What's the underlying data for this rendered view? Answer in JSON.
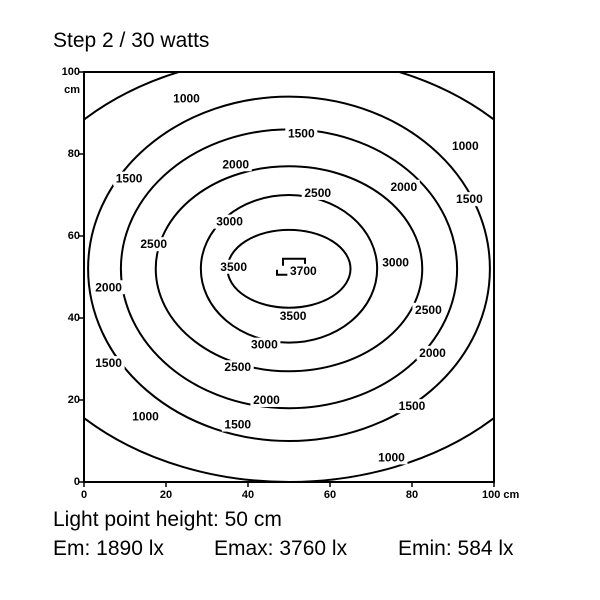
{
  "title": "Step 2 / 30 watts",
  "info": {
    "height_line": "Light point height: 50 cm",
    "em": "Em: 1890 lx",
    "emax": "Emax: 3760 lx",
    "emin": "Emin: 584 lx"
  },
  "chart_data": {
    "type": "contour",
    "units": {
      "x": "cm",
      "y": "cm",
      "value": "lx"
    },
    "xlim": [
      0,
      100
    ],
    "ylim": [
      0,
      100
    ],
    "x_ticks": [
      0,
      20,
      40,
      60,
      80,
      100
    ],
    "y_ticks": [
      0,
      20,
      40,
      60,
      80,
      100
    ],
    "x_tick_labels": [
      "0",
      "20",
      "40",
      "60",
      "80",
      "100 cm"
    ],
    "y_tick_labels": [
      "0",
      "20",
      "40",
      "60",
      "80",
      "100"
    ],
    "y_unit_label": "cm",
    "center": [
      50,
      52
    ],
    "levels": [
      {
        "value": 1000,
        "label": "1000",
        "rx": 70,
        "ry": 52,
        "labels_at": [
          [
            25,
            93.5
          ],
          [
            93,
            82
          ],
          [
            15,
            16
          ],
          [
            75,
            6
          ]
        ]
      },
      {
        "value": 1500,
        "label": "1500",
        "rx": 49,
        "ry": 42,
        "labels_at": [
          [
            53,
            85
          ],
          [
            11,
            74
          ],
          [
            94,
            69
          ],
          [
            6,
            29
          ],
          [
            80,
            18.5
          ],
          [
            37.5,
            14
          ]
        ]
      },
      {
        "value": 2000,
        "label": "2000",
        "rx": 41,
        "ry": 34,
        "labels_at": [
          [
            37,
            77.5
          ],
          [
            78,
            72
          ],
          [
            6,
            47.5
          ],
          [
            85,
            31.5
          ],
          [
            44.5,
            20
          ]
        ]
      },
      {
        "value": 2500,
        "label": "2500",
        "rx": 32.5,
        "ry": 25,
        "labels_at": [
          [
            57,
            70.5
          ],
          [
            17,
            58
          ],
          [
            84,
            42
          ],
          [
            37.5,
            28
          ]
        ]
      },
      {
        "value": 3000,
        "label": "3000",
        "rx": 21.5,
        "ry": 18,
        "labels_at": [
          [
            35.5,
            63.5
          ],
          [
            76,
            53.5
          ],
          [
            44,
            33.5
          ]
        ]
      },
      {
        "value": 3500,
        "label": "3500",
        "rx": 15,
        "ry": 9.5,
        "labels_at": [
          [
            36.5,
            52.5
          ],
          [
            51,
            40.5
          ]
        ]
      }
    ],
    "peak": {
      "value": 3700,
      "label": "3700",
      "label_at": [
        53.5,
        51.5
      ]
    }
  }
}
